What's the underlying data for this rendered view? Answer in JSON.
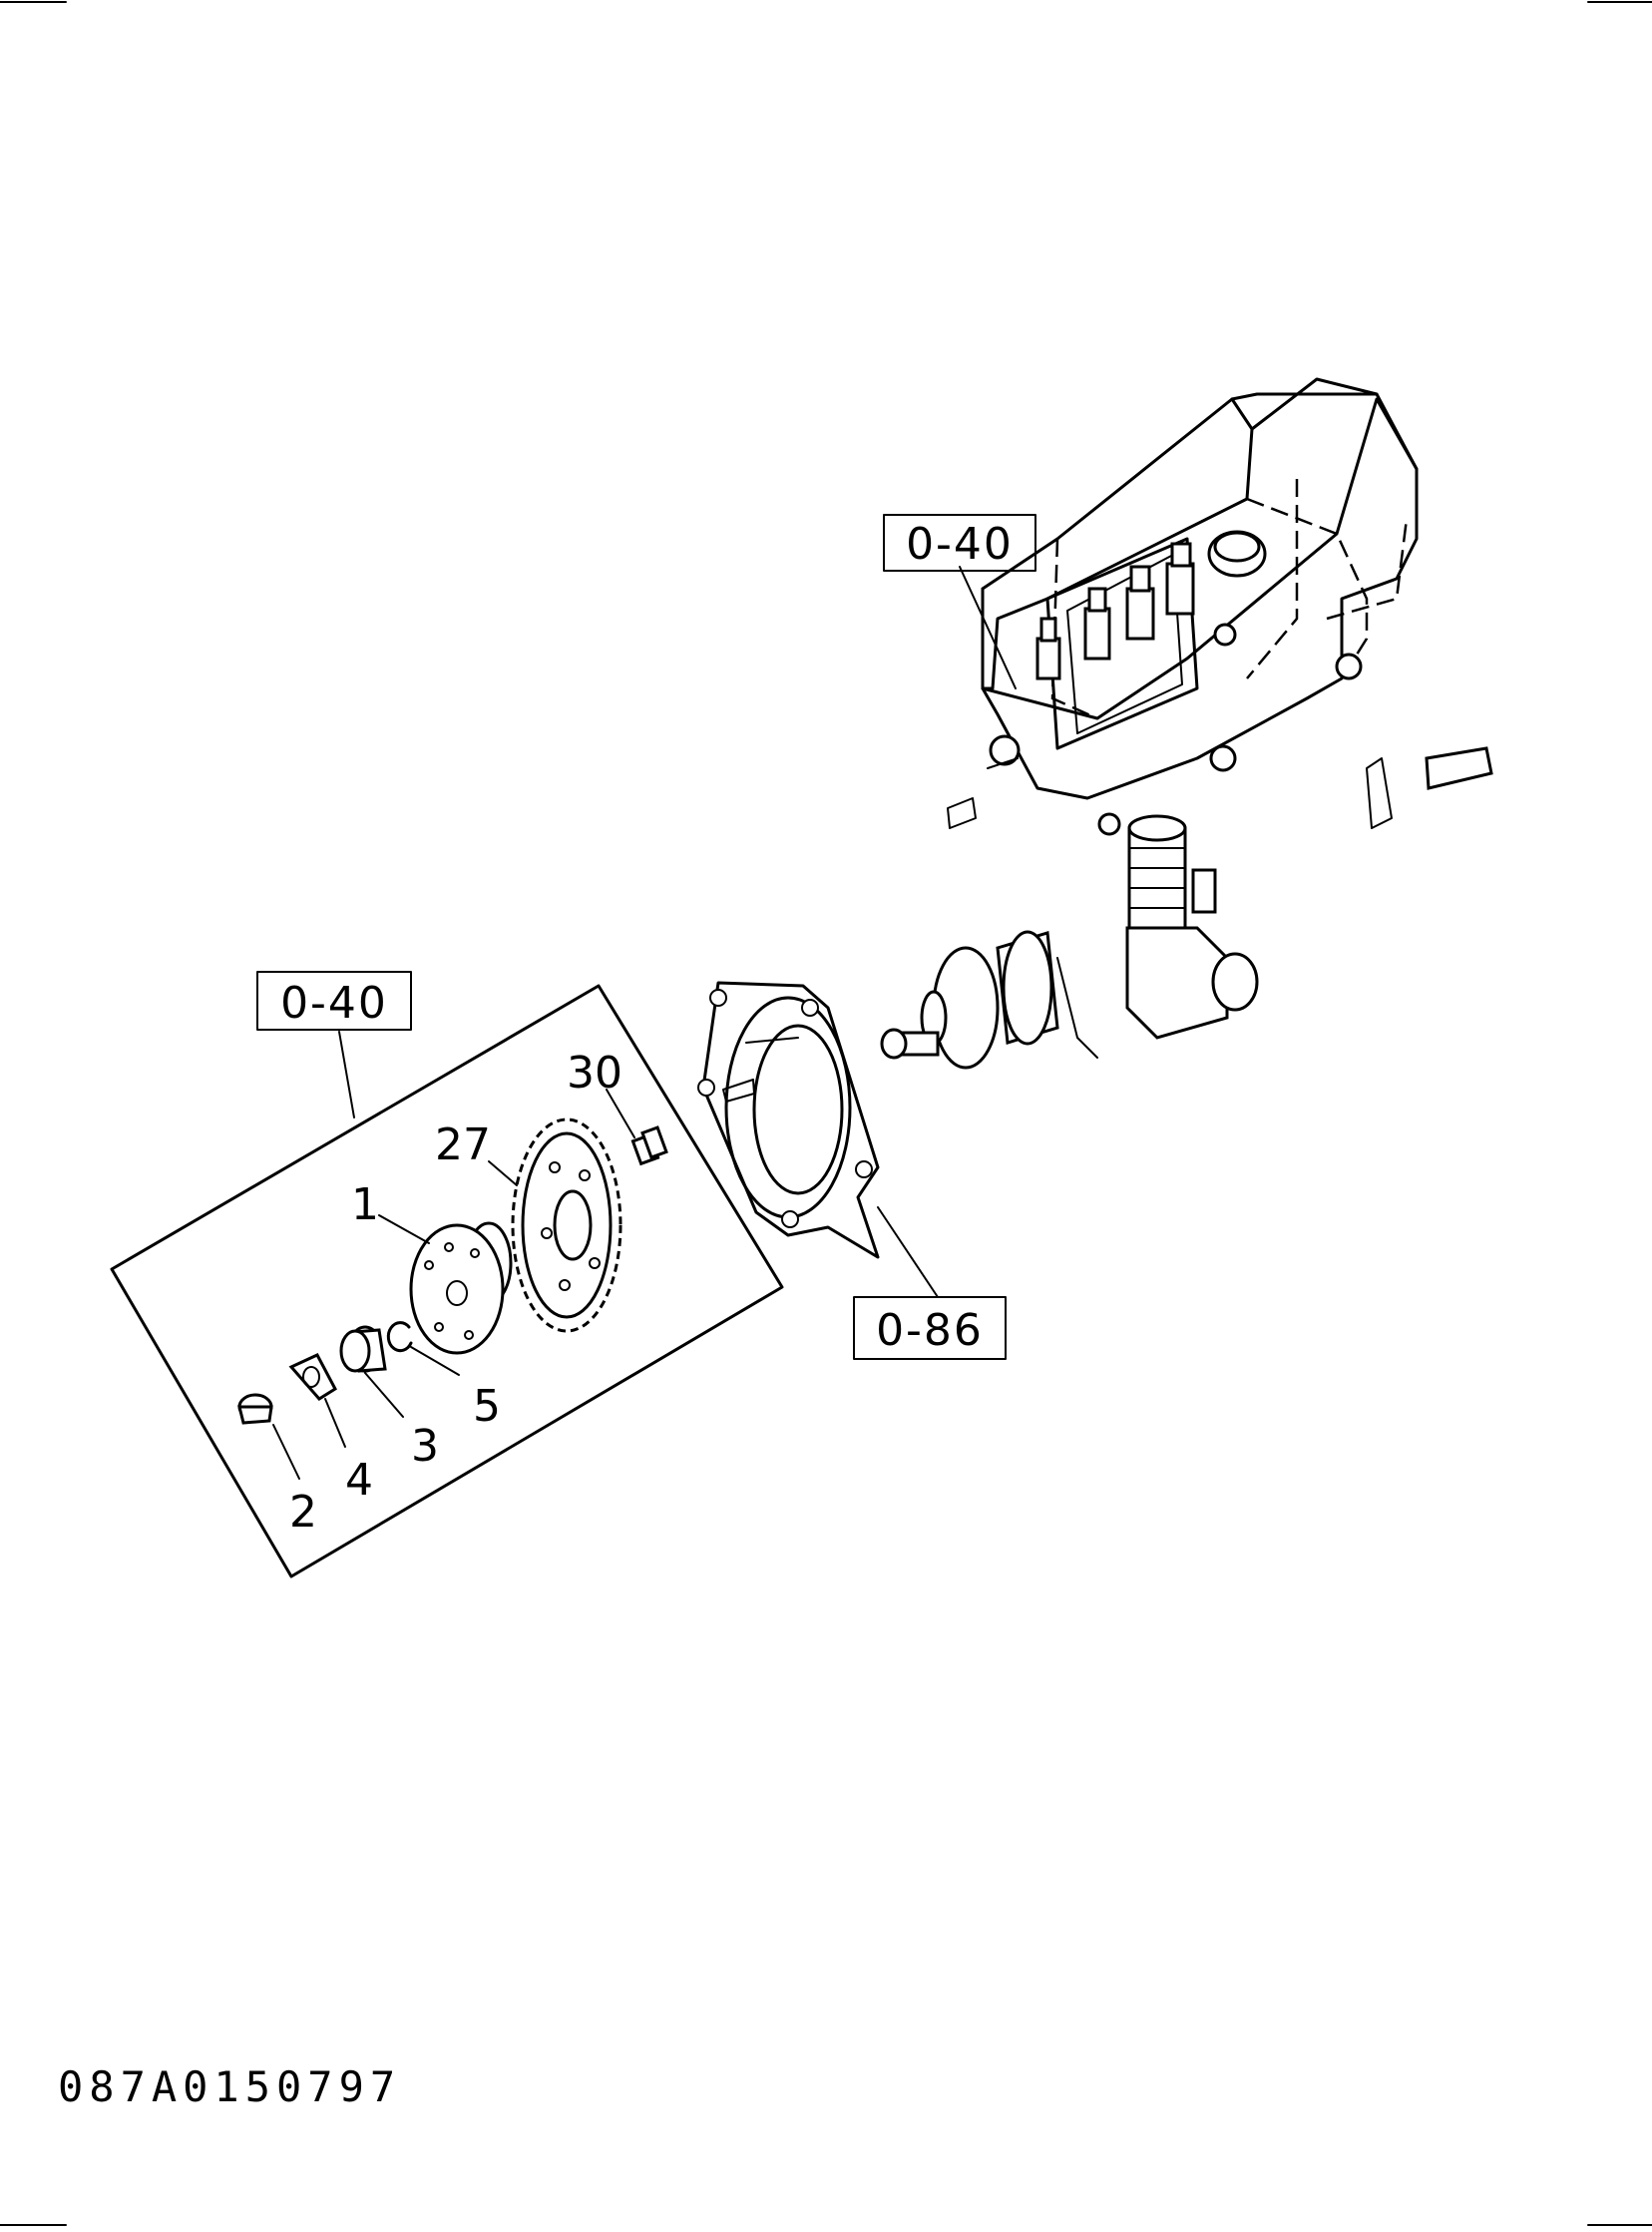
{
  "drawing_code": "087A0150797",
  "reference_boxes": {
    "pump_ref": "0-40",
    "gear_group_ref": "0-40",
    "cover_ref": "0-86"
  },
  "part_labels": {
    "p1": "1",
    "p2": "2",
    "p3": "3",
    "p4": "4",
    "p5": "5",
    "p27": "27",
    "p30": "30"
  }
}
